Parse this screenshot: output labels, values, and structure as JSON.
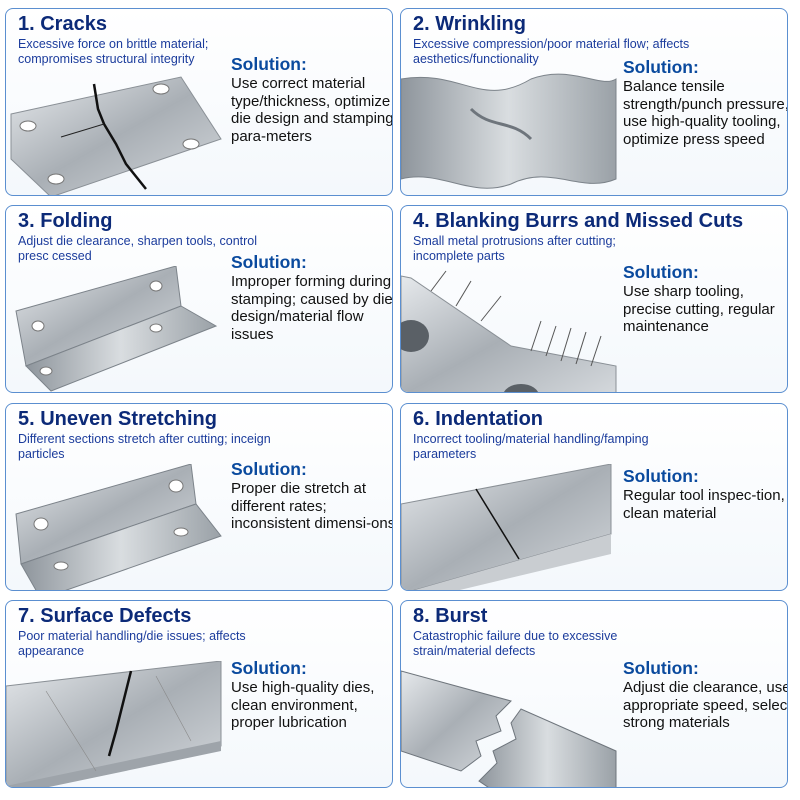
{
  "panels": [
    {
      "title": "1. Cracks",
      "subtitle": "Excessive force on brittle material; compromises structural integrity",
      "solution_label": "Solution:",
      "solution": "Use correct material type/thickness, optimize die design and stamping para-meters"
    },
    {
      "title": "2. Wrinkling",
      "subtitle": "Excessive compression/poor material flow; affects aesthetics/functionality",
      "solution_label": "Solution:",
      "solution": "Balance tensile strength/punch pressure, use high-quality tooling, optimize press speed"
    },
    {
      "title": "3. Folding",
      "subtitle": "Adjust die clearance, sharpen tools, control presc cessed",
      "solution_label": "Solution:",
      "solution": "Improper forming during stamping; caused by die design/material flow issues"
    },
    {
      "title": "4. Blanking Burrs and Missed Cuts",
      "subtitle": "Small metal protrusions after cutting; incomplete parts",
      "solution_label": "Solution:",
      "solution": "Use sharp tooling, precise cutting, regular maintenance"
    },
    {
      "title": "5. Uneven Stretching",
      "subtitle": "Different sections stretch  after cutting; inceign particles",
      "solution_label": "Solution:",
      "solution": "Proper die stretch at different rates; inconsistent dimensi-ons"
    },
    {
      "title": "6. Indentation",
      "subtitle": "Incorrect tooling/material handling/famping parameters",
      "solution_label": "Solution:",
      "solution": "Regular tool inspec-tion, clean material"
    },
    {
      "title": "7. Surface Defects",
      "subtitle": "Poor material handling/die issues; affects appearance",
      "solution_label": "Solution:",
      "solution": "Use high-quality dies, clean environment, proper lubrication"
    },
    {
      "title": "8. Burst",
      "subtitle": "Catastrophic failure due to excessive strain/material defects",
      "solution_label": "Solution:",
      "solution": "Adjust die clearance, use appropriate speed, select strong materials"
    }
  ]
}
